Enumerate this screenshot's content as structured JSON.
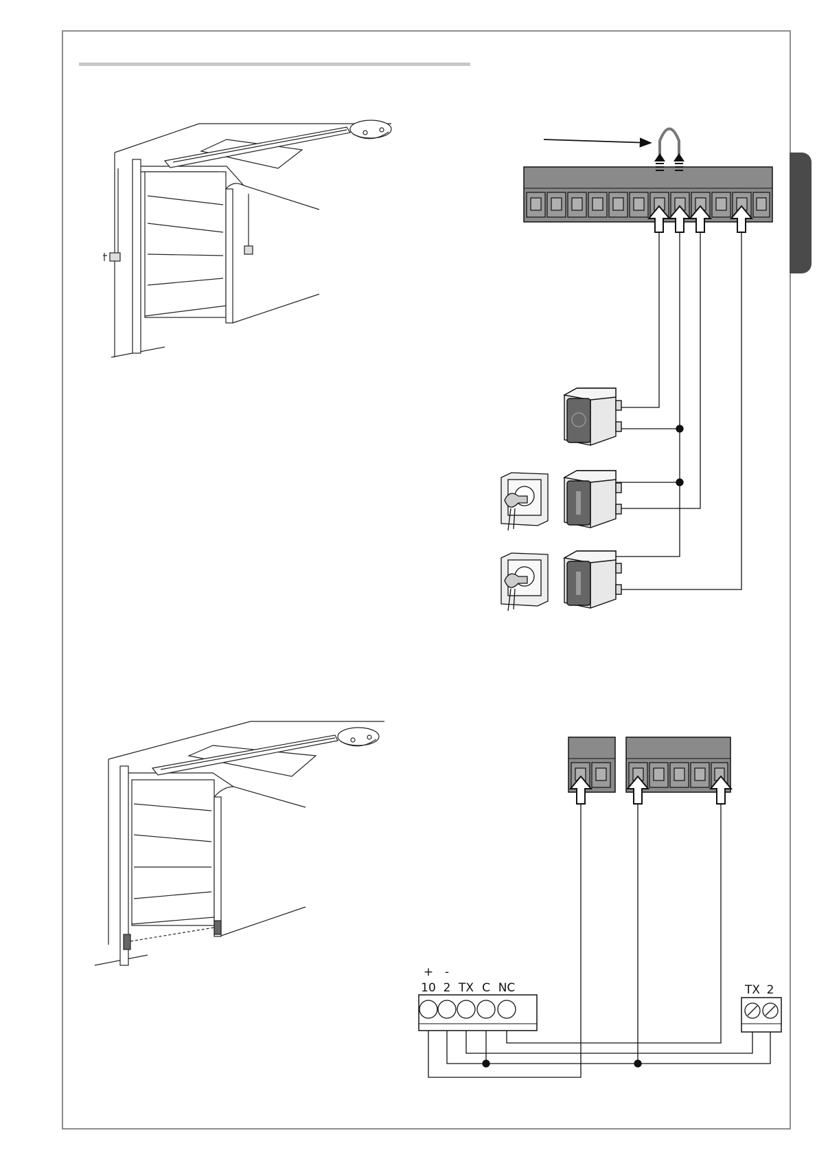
{
  "colors": {
    "frame": "#8c8c8c",
    "header_rule": "#c8c8c8",
    "edge_tab": "#4a4a4a",
    "terminal_block": "#8a8a8a",
    "terminal_cell": "#9a9a9a",
    "line": "#111111"
  },
  "receiver": {
    "terminals": [
      {
        "sign": "+",
        "label": "10"
      },
      {
        "sign": "-",
        "label": "2"
      },
      {
        "sign": "",
        "label": "TX"
      },
      {
        "sign": "",
        "label": "C"
      },
      {
        "sign": "",
        "label": "NC"
      }
    ]
  },
  "transmitter": {
    "terminals": [
      {
        "label": "TX"
      },
      {
        "label": "2"
      }
    ]
  },
  "icons": [
    "garage-door-with-wall-control-icon",
    "garage-door-with-photocell-icon",
    "terminal-block-icon",
    "jumper-wire-icon",
    "push-button-icon",
    "key-selector-icon",
    "photocell-receiver-terminal-icon",
    "photocell-transmitter-terminal-icon"
  ]
}
